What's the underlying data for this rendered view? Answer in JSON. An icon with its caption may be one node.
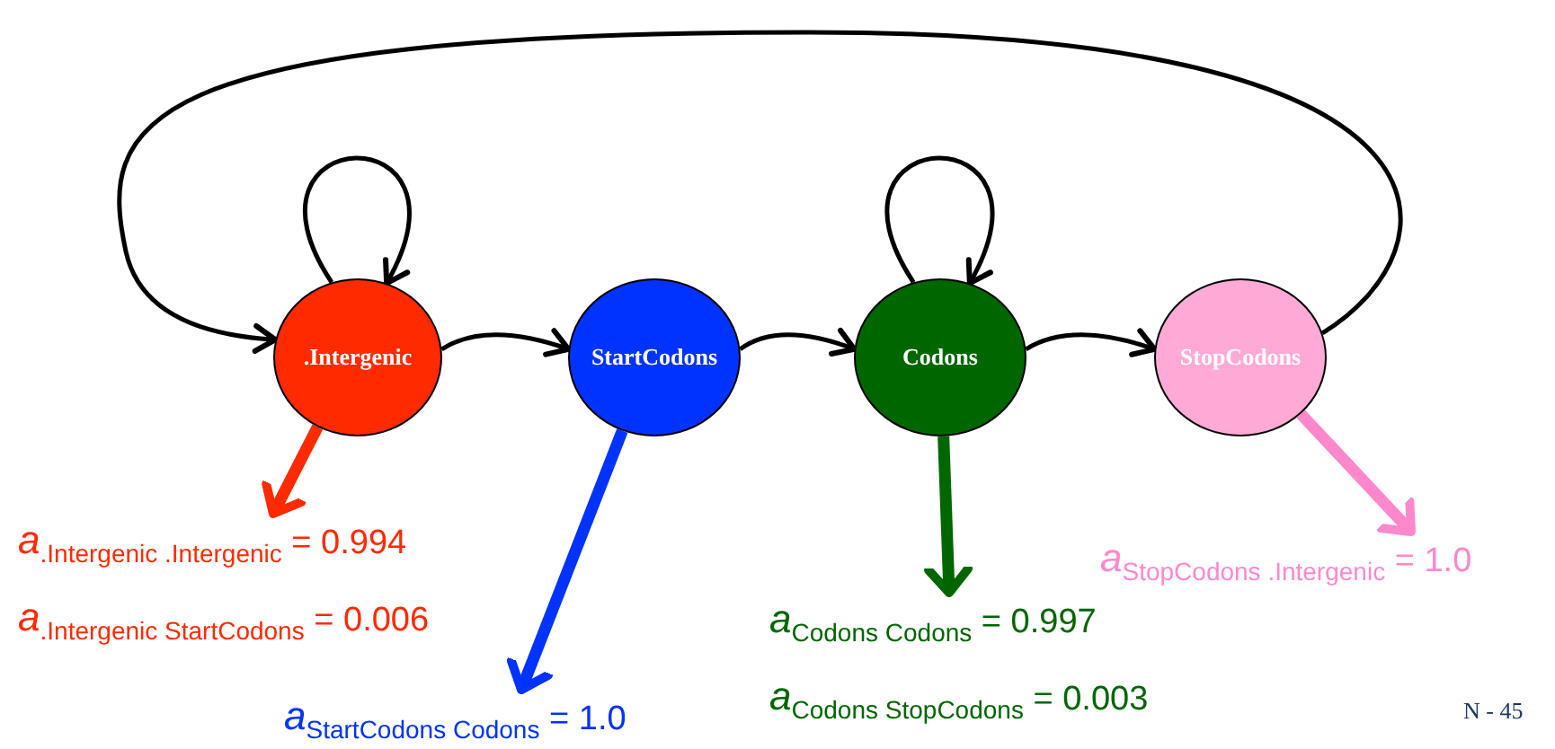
{
  "diagram": {
    "nodes": [
      {
        "text": [
          ".Intergenic"
        ]
      },
      {
        "text": [
          "StartCodons"
        ]
      },
      {
        "text": [
          "Codons"
        ]
      },
      {
        "text": [
          "StopCodons"
        ]
      },
      {
        "text": [
          "*a*$_{.Intergenic .Intergenic}$ = 0.994",
          "*a*$_{.Intergenic StartCodons}$ = 0.006"
        ]
      },
      {
        "text": [
          "*a*$_{StartCodons Codons}$ = 1.0"
        ]
      },
      {
        "text": [
          "*a*$_{Codons Codons}$ = 0.997",
          "*a*$_{Codons StopCodons}$ = 0.003"
        ]
      },
      {
        "text": [
          "*a*$_{StopCodons .Intergenic}$ = 1.0"
        ]
      }
    ],
    "edges": [
      {
        "from": 0,
        "to": 0,
        "arrow": "to"
      },
      {
        "from": 0,
        "to": 1,
        "arrow": "to"
      },
      {
        "from": 1,
        "to": 2,
        "arrow": "to"
      },
      {
        "from": 2,
        "to": 2,
        "arrow": "to"
      },
      {
        "from": 2,
        "to": 3,
        "arrow": "to"
      },
      {
        "from": 3,
        "to": 0,
        "arrow": "to"
      },
      {
        "from": 0,
        "to": 4,
        "arrow": "to",
        "style": "thick",
        "color": "#ff2a00"
      },
      {
        "from": 1,
        "to": 5,
        "arrow": "to",
        "style": "thick",
        "color": "#0033ff"
      },
      {
        "from": 2,
        "to": 6,
        "arrow": "to",
        "style": "thick",
        "color": "#006600"
      },
      {
        "from": 3,
        "to": 7,
        "arrow": "to",
        "style": "thick",
        "color": "#ff88cc"
      }
    ],
    "labels": [
      "N - 45"
    ]
  }
}
